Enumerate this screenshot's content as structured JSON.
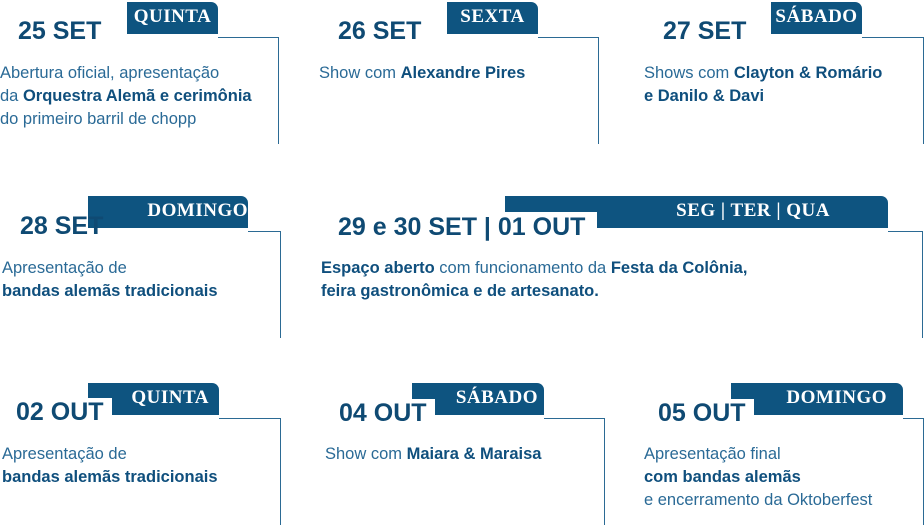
{
  "events": [
    {
      "date": "25 SET",
      "day": "QUINTA",
      "lines": [
        [
          {
            "t": "Abertura oficial, apresentação",
            "b": false
          }
        ],
        [
          {
            "t": "da ",
            "b": false
          },
          {
            "t": "Orquestra Alemã e cerimônia",
            "b": true
          }
        ],
        [
          {
            "t": "do primeiro barril de chopp",
            "b": false
          }
        ]
      ]
    },
    {
      "date": "26 SET",
      "day": "SEXTA",
      "lines": [
        [
          {
            "t": "Show com ",
            "b": false
          },
          {
            "t": "Alexandre Pires",
            "b": true
          }
        ]
      ]
    },
    {
      "date": "27 SET",
      "day": "SÁBADO",
      "lines": [
        [
          {
            "t": "Shows com ",
            "b": false
          },
          {
            "t": "Clayton & Romário",
            "b": true
          }
        ],
        [
          {
            "t": "e Danilo & Davi",
            "b": true
          }
        ]
      ]
    },
    {
      "date": "28 SET",
      "day": "DOMINGO",
      "lines": [
        [
          {
            "t": "Apresentação de",
            "b": false
          }
        ],
        [
          {
            "t": "bandas alemãs tradicionais",
            "b": true
          }
        ]
      ]
    },
    {
      "date": "29 e 30 SET | 01 OUT",
      "day": "SEG | TER | QUA",
      "lines": [
        [
          {
            "t": "Espaço aberto",
            "b": true
          },
          {
            "t": " com funcionamento da ",
            "b": false
          },
          {
            "t": "Festa da Colônia,",
            "b": true
          }
        ],
        [
          {
            "t": "feira gastronômica e de artesanato.",
            "b": true
          }
        ]
      ]
    },
    {
      "date": "02 OUT",
      "day": "QUINTA",
      "lines": [
        [
          {
            "t": "Apresentação de",
            "b": false
          }
        ],
        [
          {
            "t": "bandas alemãs tradicionais",
            "b": true
          }
        ]
      ]
    },
    {
      "date": "04 OUT",
      "day": "SÁBADO",
      "lines": [
        [
          {
            "t": "Show com ",
            "b": false
          },
          {
            "t": "Maiara & Maraisa",
            "b": true
          }
        ]
      ]
    },
    {
      "date": "05 OUT",
      "day": "DOMINGO",
      "lines": [
        [
          {
            "t": "Apresentação final",
            "b": false
          }
        ],
        [
          {
            "t": "com bandas alemãs",
            "b": true
          }
        ],
        [
          {
            "t": "e encerramento da Oktoberfest",
            "b": false
          }
        ]
      ]
    }
  ]
}
